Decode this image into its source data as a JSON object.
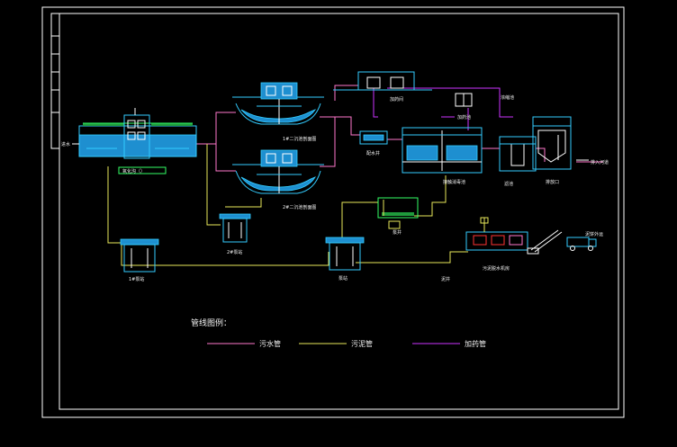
{
  "legend": {
    "title": "管线图例：",
    "items": [
      {
        "label": "污水管",
        "color": "#ff77cc"
      },
      {
        "label": "污泥管",
        "color": "#e8e85a"
      },
      {
        "label": "加药管",
        "color": "#cc33ff"
      }
    ]
  },
  "labels": {
    "inlet": "进水",
    "aeration": "氧化沟（）",
    "clarifier1": "1#二沉池剖面图",
    "clarifier2": "2#二沉池剖面图",
    "pump_small_1": "2#泵站",
    "pump_1": "1#泵站",
    "pump_2": "泵站",
    "pump_well": "泵井",
    "dosing_room": "加药间",
    "dosing_pool": "加药池",
    "contact_tank": "接触消毒池",
    "mixing": "配水井",
    "filter": "滤池",
    "outfall": "排放口",
    "discharge": "排入河道",
    "sludge_thickener": "浓缩池",
    "sludge_room": "污泥脱水机房",
    "sludge_out": "泥饼外运",
    "sludge_well": "泥井"
  },
  "colors": {
    "background": "#000000",
    "frame": "#ffffff",
    "structure": "#33ccff",
    "building": "#33ff66",
    "sewage_pipe": "#ff77cc",
    "sludge_pipe": "#e8e85a",
    "dosing_pipe": "#cc33ff"
  }
}
